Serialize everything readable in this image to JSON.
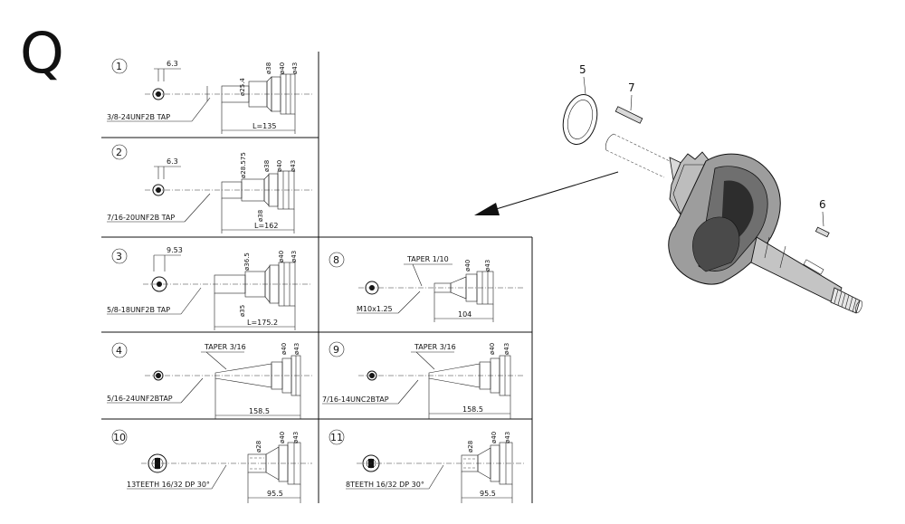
{
  "section_letter": "Q",
  "callouts": {
    "ring": "5",
    "key": "7",
    "small_key": "6"
  },
  "variants": [
    {
      "num": "1",
      "tap": "3/8-24UNF2B TAP",
      "offset": "6.3",
      "diameters": [
        "ø25.4",
        "ø38",
        "ø40",
        "ø43"
      ],
      "length": "L=135"
    },
    {
      "num": "2",
      "tap": "7/16-20UNF2B TAP",
      "offset": "6.3",
      "diameters": [
        "ø28.575",
        "ø38",
        "ø40",
        "ø43"
      ],
      "extra_dia": "ø38",
      "length": "L=162"
    },
    {
      "num": "3",
      "tap": "5/8-18UNF2B TAP",
      "offset": "9.53",
      "diameters": [
        "ø36.5",
        "ø40",
        "ø43"
      ],
      "extra_dia": "ø35",
      "length": "L=175.2"
    },
    {
      "num": "4",
      "tap": "5/16-24UNF2BTAP",
      "taper": "TAPER 3/16",
      "diameters": [
        "ø40",
        "ø43"
      ],
      "length": "158.5"
    },
    {
      "num": "8",
      "tap": "M10x1.25",
      "taper": "TAPER 1/10",
      "diameters": [
        "ø40",
        "ø43"
      ],
      "length": "104"
    },
    {
      "num": "9",
      "tap": "7/16-14UNC2BTAP",
      "taper": "TAPER 3/16",
      "diameters": [
        "ø40",
        "ø43"
      ],
      "length": "158.5"
    },
    {
      "num": "10",
      "tap": "13TEETH 16/32 DP 30°",
      "diameters": [
        "ø28",
        "ø40",
        "ø43"
      ],
      "length": "95.5"
    },
    {
      "num": "11",
      "tap": "8TEETH 16/32 DP 30°",
      "diameters": [
        "ø28",
        "ø40",
        "ø43"
      ],
      "length": "95.5"
    }
  ]
}
